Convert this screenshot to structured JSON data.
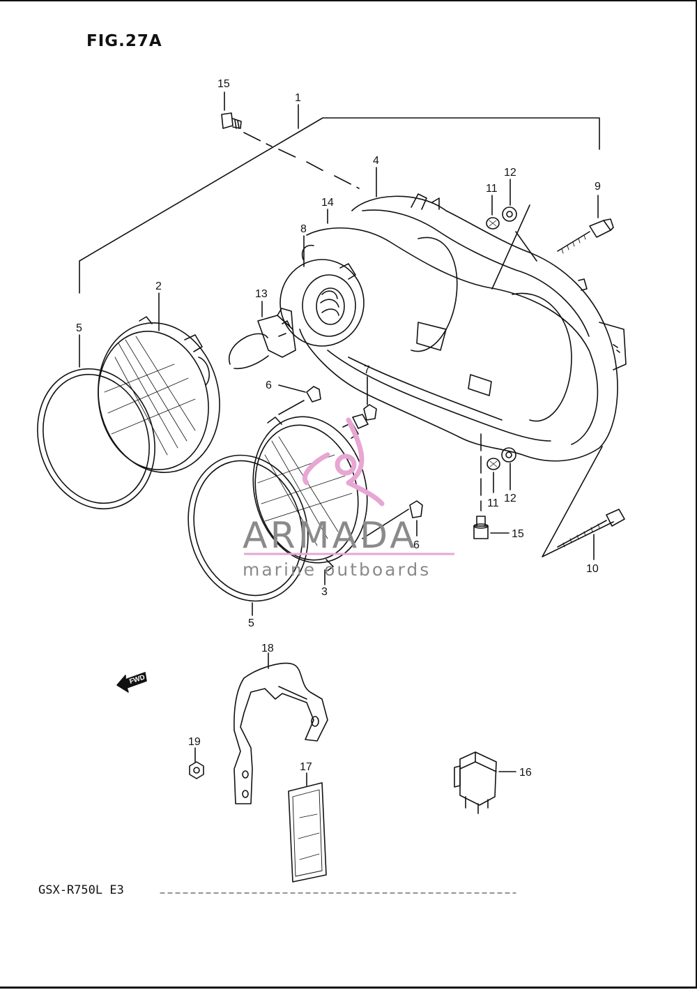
{
  "figure": {
    "title": "FIG.27A",
    "model": "GSX-R750L  E3",
    "fwd_label": "FWD"
  },
  "watermark": {
    "name": "ARMADA",
    "tagline": "marine outboards",
    "accent_color": "#e7a6d3"
  },
  "callouts": [
    {
      "id": "c15a",
      "label": "15"
    },
    {
      "id": "c1",
      "label": "1"
    },
    {
      "id": "c4",
      "label": "4"
    },
    {
      "id": "c14",
      "label": "14"
    },
    {
      "id": "c8",
      "label": "8"
    },
    {
      "id": "c11a",
      "label": "11"
    },
    {
      "id": "c12a",
      "label": "12"
    },
    {
      "id": "c9",
      "label": "9"
    },
    {
      "id": "c2",
      "label": "2"
    },
    {
      "id": "c13",
      "label": "13"
    },
    {
      "id": "c5a",
      "label": "5"
    },
    {
      "id": "c6a",
      "label": "6"
    },
    {
      "id": "c7",
      "label": "7"
    },
    {
      "id": "c11b",
      "label": "11"
    },
    {
      "id": "c12b",
      "label": "12"
    },
    {
      "id": "c15b",
      "label": "15"
    },
    {
      "id": "c6b",
      "label": "6"
    },
    {
      "id": "c3",
      "label": "3"
    },
    {
      "id": "c10",
      "label": "10"
    },
    {
      "id": "c5b",
      "label": "5"
    },
    {
      "id": "c18",
      "label": "18"
    },
    {
      "id": "c19",
      "label": "19"
    },
    {
      "id": "c17",
      "label": "17"
    },
    {
      "id": "c16",
      "label": "16"
    }
  ]
}
